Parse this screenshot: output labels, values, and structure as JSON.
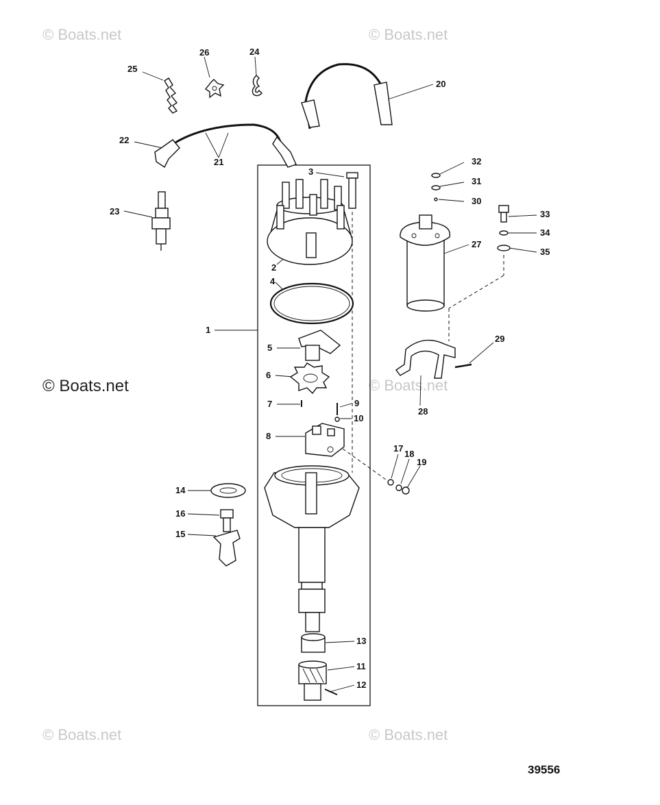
{
  "watermarks": [
    {
      "text": "© Boats.net",
      "variant": "light"
    },
    {
      "text": "© Boats.net",
      "variant": "light"
    },
    {
      "text": "© Boats.net",
      "variant": "dark"
    },
    {
      "text": "© Boats.net",
      "variant": "light"
    },
    {
      "text": "© Boats.net",
      "variant": "light"
    },
    {
      "text": "© Boats.net",
      "variant": "light"
    }
  ],
  "callouts": {
    "c1": "1",
    "c2": "2",
    "c3": "3",
    "c4": "4",
    "c5": "5",
    "c6": "6",
    "c7": "7",
    "c8": "8",
    "c9": "9",
    "c10": "10",
    "c11": "11",
    "c12": "12",
    "c13": "13",
    "c14": "14",
    "c15": "15",
    "c16": "16",
    "c17": "17",
    "c18": "18",
    "c19": "19",
    "c20": "20",
    "c21": "21",
    "c22": "22",
    "c23": "23",
    "c24": "24",
    "c25": "25",
    "c26": "26",
    "c27": "27",
    "c28": "28",
    "c29": "29",
    "c30": "30",
    "c31": "31",
    "c32": "32",
    "c33": "33",
    "c34": "34",
    "c35": "35"
  },
  "reference_number": "39556"
}
